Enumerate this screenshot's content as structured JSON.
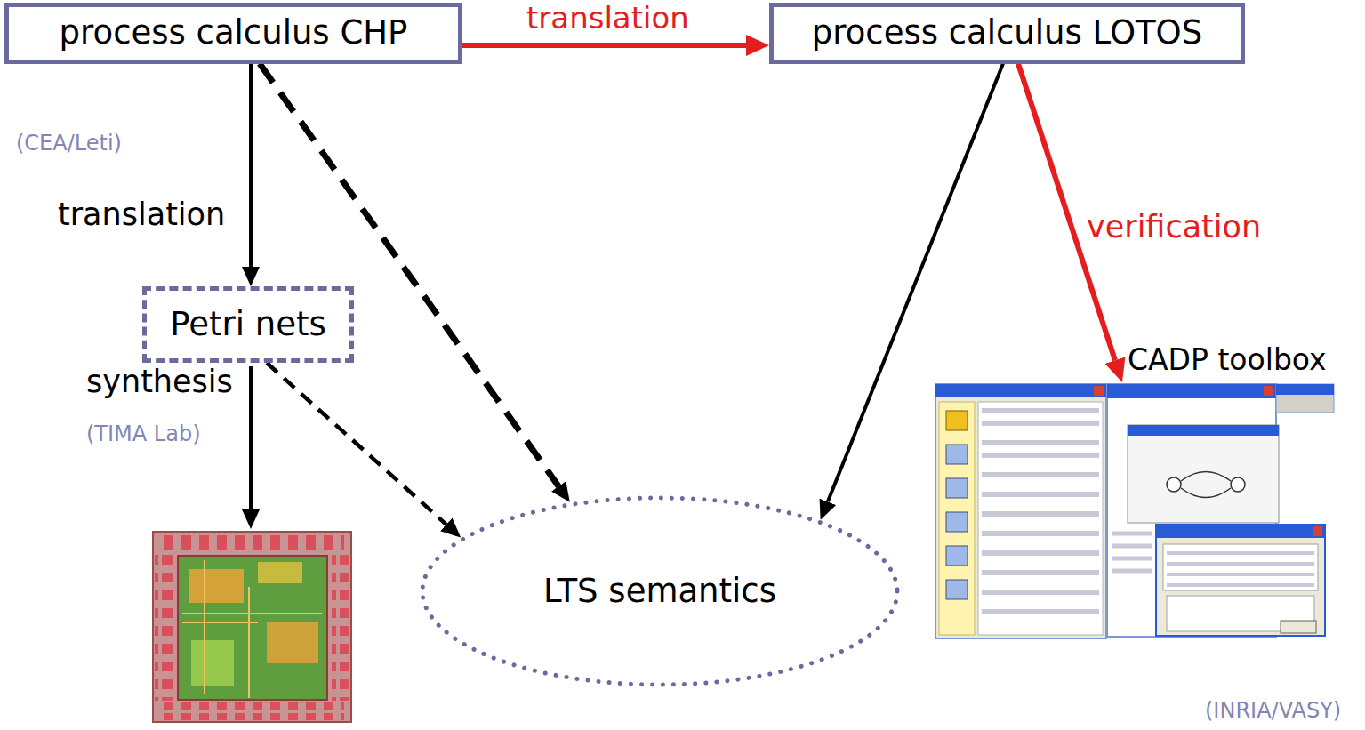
{
  "diagram": {
    "nodes": [
      {
        "text": [
          "process calculus CHP"
        ]
      },
      {
        "text": [
          "process calculus LOTOS"
        ]
      },
      {
        "text": [
          "Petri nets"
        ]
      },
      {
        "text": [
          "LTS semantics"
        ]
      },
      {
        "text": [
          "CADP toolbox"
        ]
      }
    ],
    "edges": [
      {
        "from": 0,
        "to": 1,
        "arrow": "to",
        "label": "translation"
      },
      {
        "from": 0,
        "to": 2,
        "arrow": "to",
        "label": "translation"
      },
      {
        "from": 0,
        "to": 3,
        "arrow": "to"
      },
      {
        "from": 2,
        "to": 3,
        "arrow": "to"
      },
      {
        "from": 1,
        "to": 3,
        "arrow": "to"
      },
      {
        "from": 1,
        "to": 4,
        "arrow": "to",
        "label": "verification"
      }
    ],
    "labels": [
      "(CEA/Leti)",
      "synthesis",
      "(TIMA Lab)",
      "(INRIA/VASY)"
    ]
  }
}
